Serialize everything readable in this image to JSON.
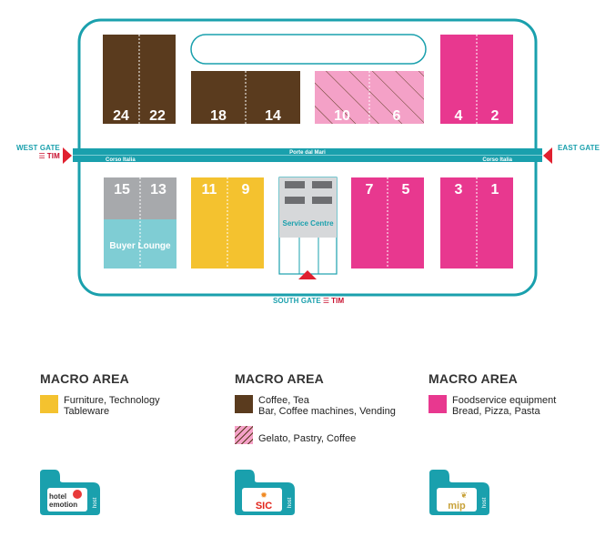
{
  "map": {
    "colors": {
      "frame": "#1aa0ad",
      "brown": "#5a3b1e",
      "pink": "#e8388f",
      "pink_light": "#f4a1c7",
      "yellow": "#f4c22f",
      "gray": "#a7a9ac",
      "teal_light": "#7fcdd4",
      "gate_marker": "#e0202f"
    },
    "halls_top": [
      {
        "numbers": [
          "24",
          "22"
        ],
        "color": "brown"
      },
      {
        "numbers": [
          "18",
          "14"
        ],
        "color": "brown"
      },
      {
        "numbers": [
          "10",
          "6"
        ],
        "color": "pink_light",
        "hatched": true
      },
      {
        "numbers": [
          "4",
          "2"
        ],
        "color": "pink"
      }
    ],
    "halls_bottom": [
      {
        "numbers": [
          "15",
          "13"
        ],
        "color": "gray"
      },
      {
        "numbers": [
          "11",
          "9"
        ],
        "color": "yellow"
      },
      {
        "numbers": [
          "7",
          "5"
        ],
        "color": "pink"
      },
      {
        "numbers": [
          "3",
          "1"
        ],
        "color": "pink"
      }
    ],
    "buyer_lounge": "Buyer Lounge",
    "service_centre": "Service Centre",
    "road_center": "Porte dal Mari",
    "road_left": "Corso Italia",
    "road_right": "Corso Italia",
    "west_gate": "WEST GATE",
    "east_gate": "EAST GATE",
    "south_gate": "SOUTH GATE",
    "tim": "TIM"
  },
  "legend": [
    {
      "title": "MACRO AREA",
      "items": [
        {
          "swatch": "yellow",
          "lines": [
            "Furniture, Technology",
            "Tableware"
          ]
        }
      ],
      "logo": {
        "name": "hotel-emotion-logo",
        "lines": [
          "hotel",
          "emotion"
        ],
        "side": "host",
        "accent": "#e83a3a"
      }
    },
    {
      "title": "MACRO AREA",
      "items": [
        {
          "swatch": "brown",
          "lines": [
            "Coffee, Tea",
            "Bar, Coffee machines, Vending"
          ]
        },
        {
          "swatch": "pink_hatched",
          "lines": [
            "Gelato, Pastry, Coffee"
          ]
        }
      ],
      "logo": {
        "name": "sic-logo",
        "lines": [
          "SIC"
        ],
        "side": "host",
        "accent": "#f08a24"
      }
    },
    {
      "title": "MACRO AREA",
      "items": [
        {
          "swatch": "pink",
          "lines": [
            "Foodservice equipment",
            "Bread, Pizza, Pasta"
          ]
        }
      ],
      "logo": {
        "name": "mip-logo",
        "lines": [
          "mip"
        ],
        "side": "host",
        "accent": "#c8a23a"
      }
    }
  ]
}
